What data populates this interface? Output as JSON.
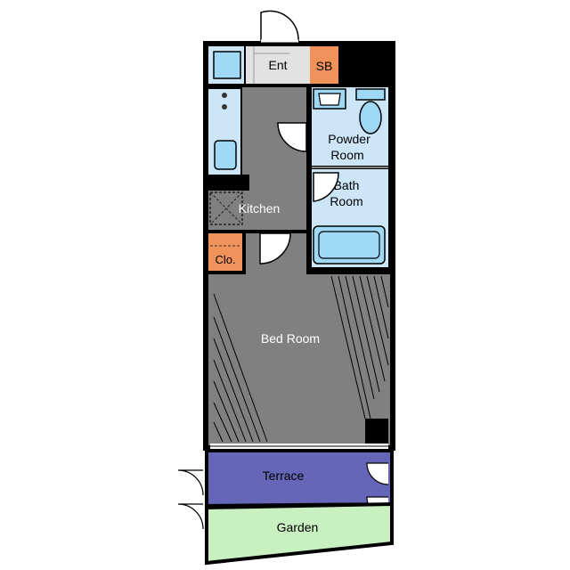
{
  "rooms": {
    "entrance": "Ent",
    "shoe_box": "SB",
    "powder_room_line1": "Powder",
    "powder_room_line2": "Room",
    "bath_line1": "Bath",
    "bath_line2": "Room",
    "kitchen": "Kitchen",
    "closet": "Clo.",
    "bedroom": "Bed Room",
    "terrace": "Terrace",
    "garden": "Garden"
  },
  "colors": {
    "wall": "#000000",
    "floor": "#808080",
    "wet_area": "#cce6f8",
    "fixture": "#9fd9f5",
    "storage": "#f0935a",
    "terrace": "#6666b8",
    "garden": "#c8f0c0",
    "entrance_floor": "#e0e0e0"
  }
}
